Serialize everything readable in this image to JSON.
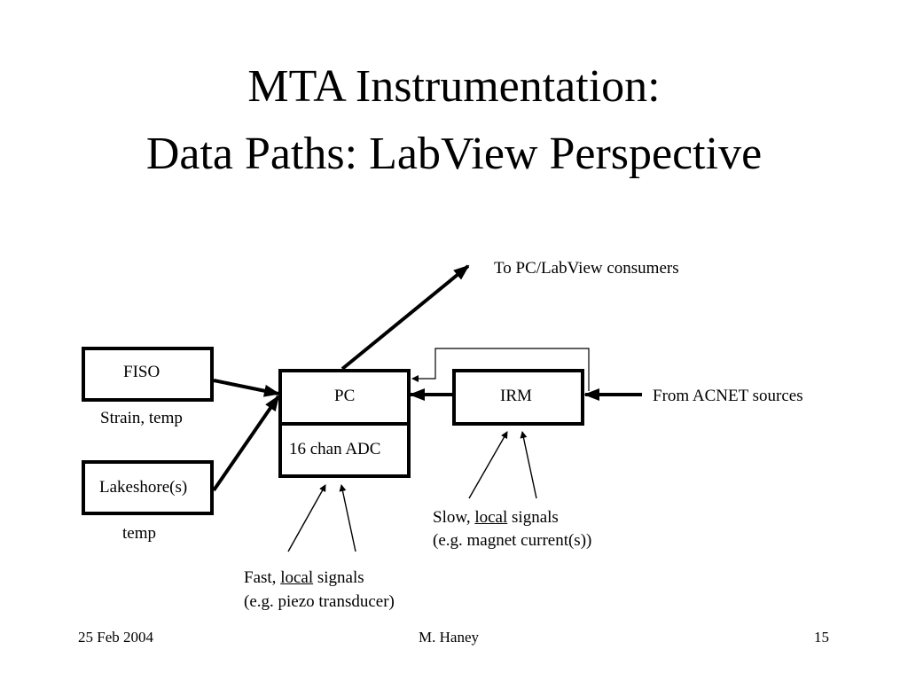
{
  "title": {
    "line1": "MTA Instrumentation:",
    "line2": "Data Paths: LabView Perspective"
  },
  "boxes": {
    "fiso": "FISO",
    "lakeshore": "Lakeshore(s)",
    "pc": "PC",
    "adc": "16 chan ADC",
    "irm": "IRM"
  },
  "captions": {
    "fiso_sub": "Strain, temp",
    "lakeshore_sub": "temp",
    "consumers": "To PC/LabView consumers",
    "acnet": "From ACNET sources",
    "slow_prefix": "Slow, ",
    "slow_local": "local",
    "slow_suffix": " signals",
    "slow_example": "(e.g. magnet current(s))",
    "fast_prefix": "Fast, ",
    "fast_local": "local",
    "fast_suffix": " signals",
    "fast_example": "(e.g. piezo transducer)"
  },
  "footer": {
    "date": "25 Feb 2004",
    "author": "M. Haney",
    "page": "15"
  }
}
